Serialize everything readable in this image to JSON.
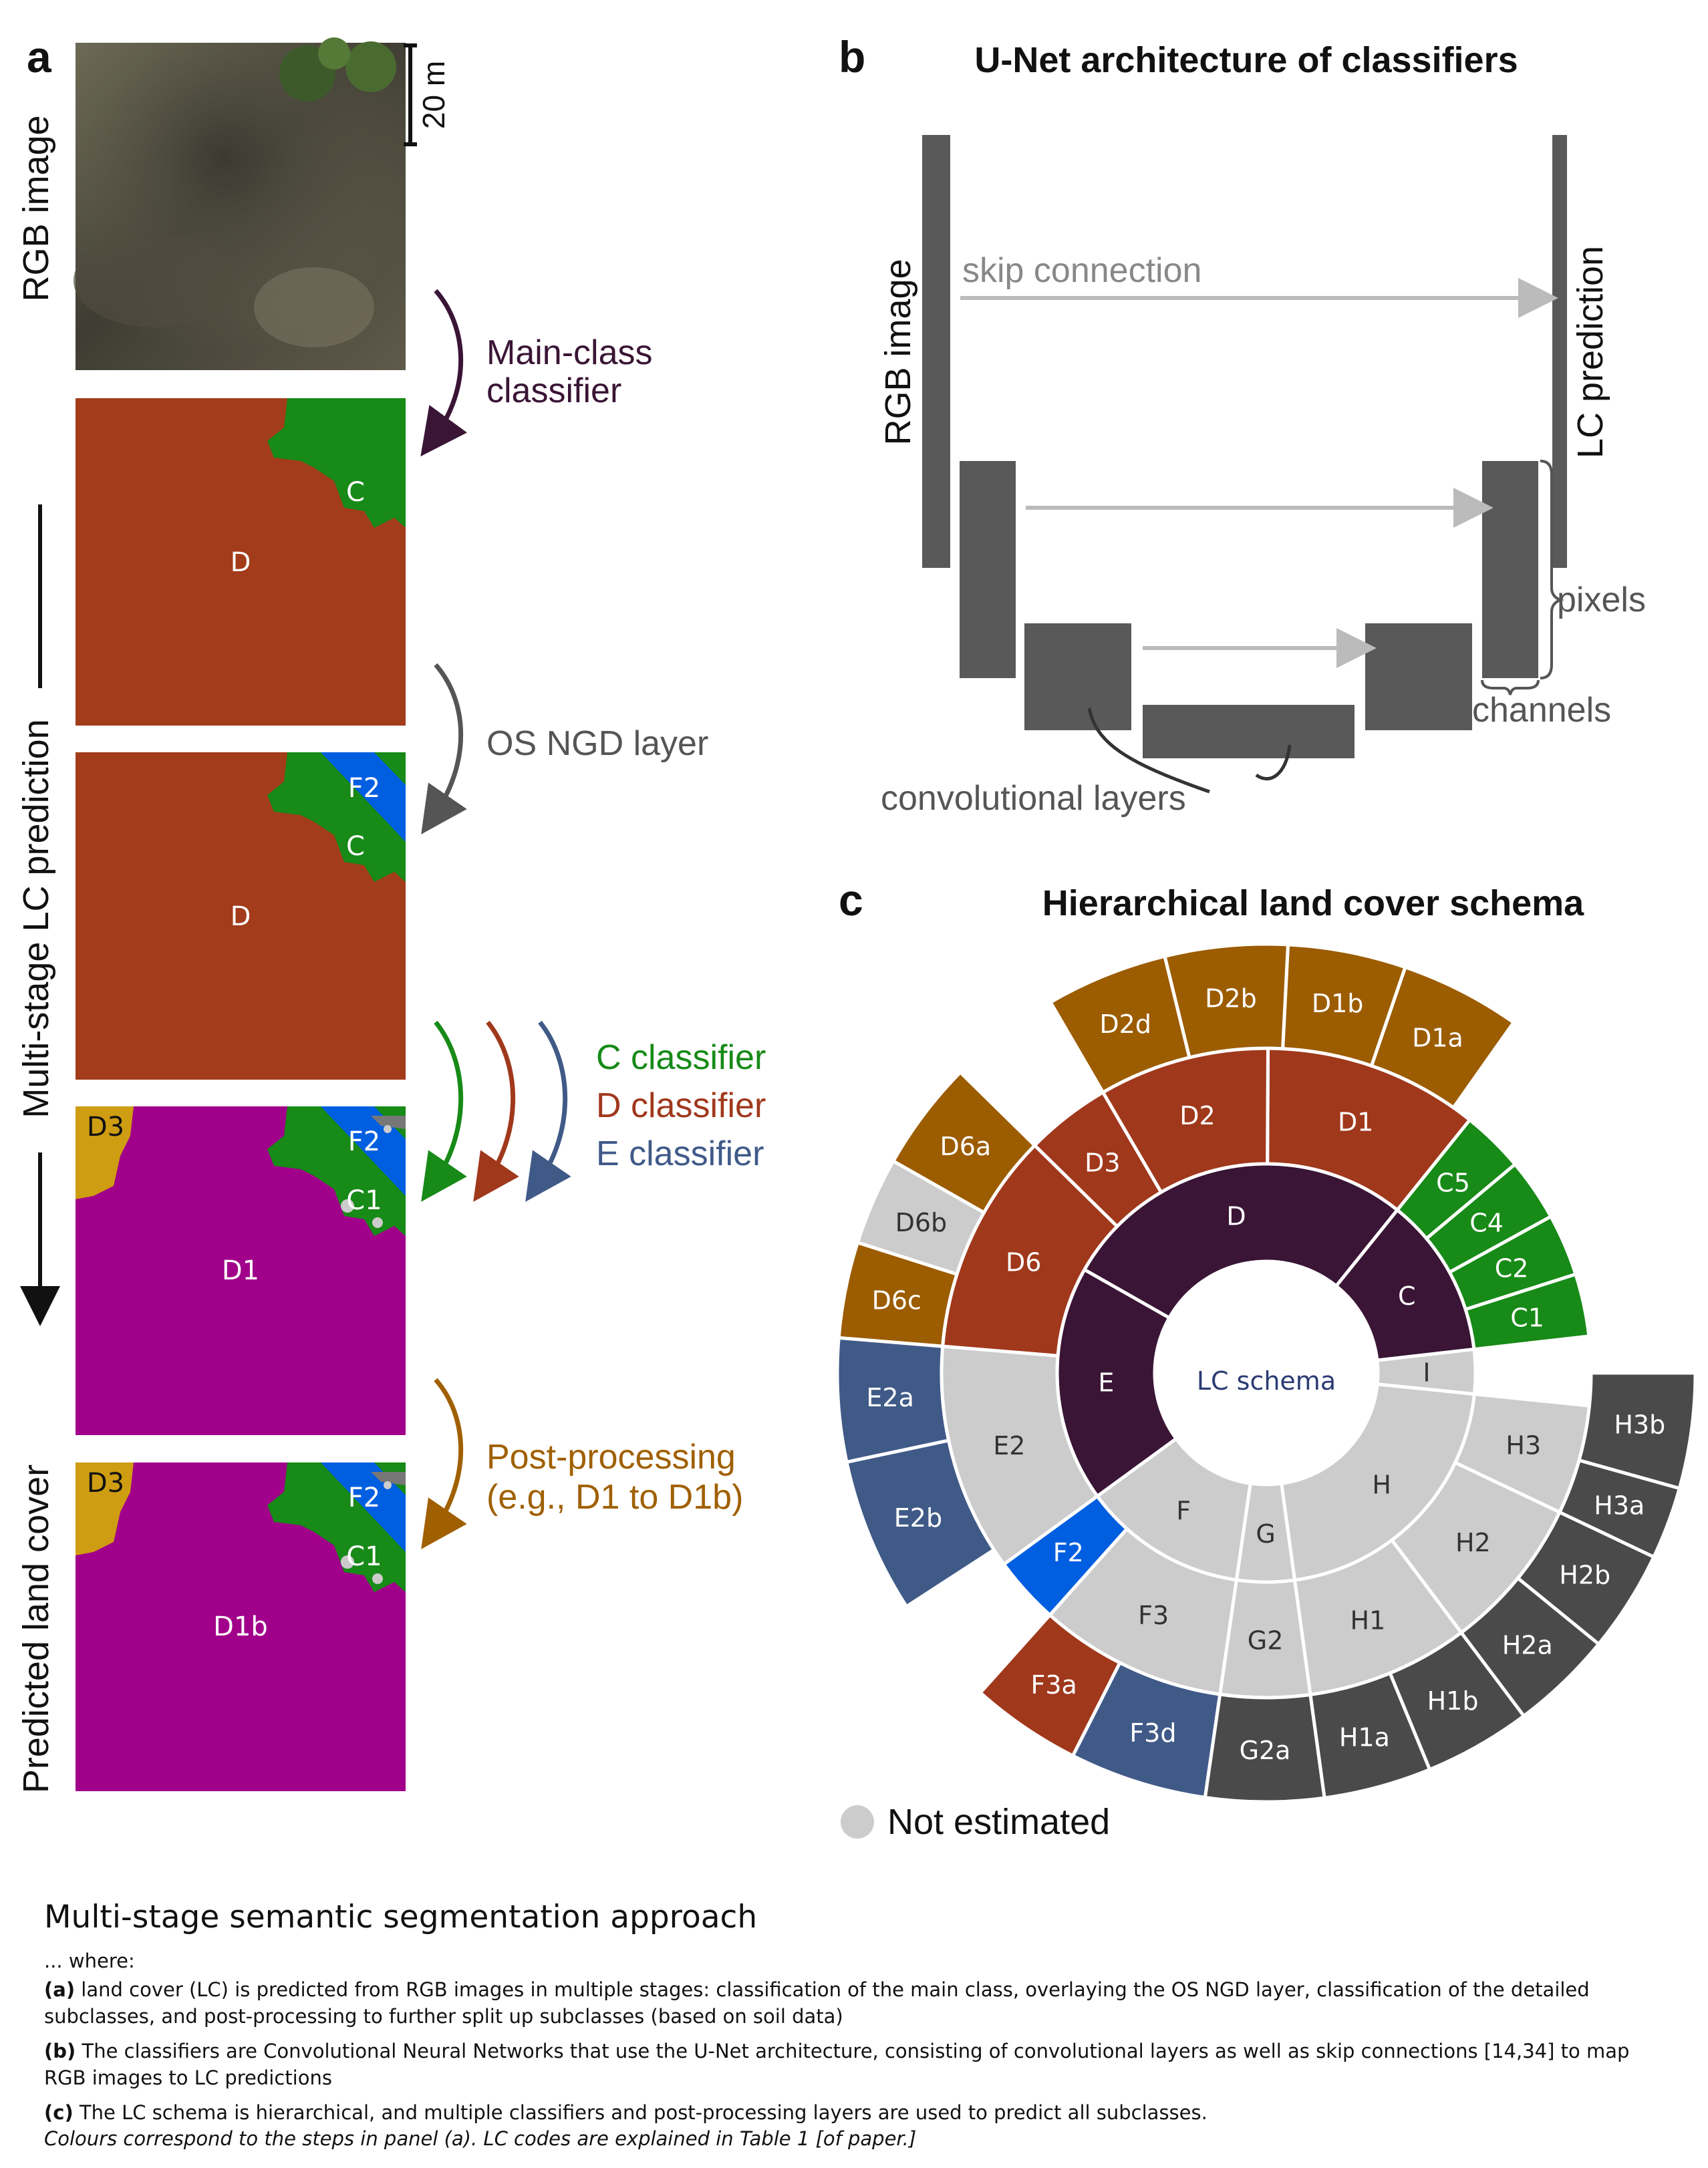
{
  "panel_a": {
    "letter": "a",
    "scale_bar": "20 m",
    "label_rgb": "RGB image",
    "label_multistage": "Multi-stage LC prediction",
    "label_predicted": "Predicted land cover",
    "step_main": [
      "Main-class",
      "classifier"
    ],
    "step_osngd": "OS NGD layer",
    "step_c": "C classifier",
    "step_d": "D classifier",
    "step_e": "E classifier",
    "step_post": [
      "Post-processing",
      "(e.g., D1 to D1b)"
    ],
    "tile_labels": {
      "t2": [
        "C",
        "D"
      ],
      "t3": [
        "F2",
        "C",
        "D"
      ],
      "t4": [
        "D3",
        "F2",
        "C1",
        "D1"
      ],
      "t5": [
        "D3",
        "F2",
        "C1",
        "D1b"
      ]
    }
  },
  "panel_b": {
    "letter": "b",
    "title": "U-Net architecture of classifiers",
    "label_in": "RGB image",
    "label_out": "LC prediction",
    "label_skip": "skip connection",
    "label_pixels": "pixels",
    "label_channels": "channels",
    "label_conv": "convolutional layers"
  },
  "panel_c": {
    "letter": "c",
    "title": "Hierarchical land cover schema",
    "center": "LC schema",
    "legend": "Not estimated"
  },
  "colors": {
    "purple_dark": "#3a1535",
    "main_arrow": "#3a1535",
    "osngd_arrow": "#555555",
    "c_green": "#178a17",
    "d_red": "#a0381c",
    "e_blue": "#405a88",
    "post_brown": "#a06000",
    "d_tile": "#a23c1a",
    "d1_tile": "#a1008a",
    "d3_tile": "#cf9d12",
    "f2_blue": "#005ee0",
    "not_estimated": "#cccccc",
    "dark_grey": "#4a4a4a"
  },
  "sunburst": {
    "inner": [
      {
        "label": "D",
        "a0": -60.4,
        "a1": 38.8,
        "color": "#3a1535"
      },
      {
        "label": "C",
        "a0": 38.8,
        "a1": 83.5,
        "color": "#3a1535"
      },
      {
        "label": "I",
        "a0": 83.5,
        "a1": 95.8,
        "color": "#cccccc"
      },
      {
        "label": "H",
        "a0": 95.8,
        "a1": 172.2,
        "color": "#cccccc"
      },
      {
        "label": "G",
        "a0": 172.2,
        "a1": 188.2,
        "color": "#cccccc"
      },
      {
        "label": "F",
        "a0": 188.2,
        "a1": 233.9,
        "color": "#cccccc"
      },
      {
        "label": "E",
        "a0": 233.9,
        "a1": 299.6,
        "color": "#3a1535"
      }
    ],
    "middle": [
      {
        "label": "D1",
        "a0": 0.3,
        "a1": 38.8,
        "color": "#a0381c"
      },
      {
        "label": "D2",
        "a0": -30.2,
        "a1": 0.3,
        "color": "#a0381c"
      },
      {
        "label": "D3",
        "a0": -45.5,
        "a1": -30.2,
        "color": "#a0381c"
      },
      {
        "label": "D6",
        "a0": -85.3,
        "a1": -45.5,
        "color": "#a0381c"
      },
      {
        "label": "C5",
        "a0": 38.8,
        "a1": 50.0,
        "color": "#178a17"
      },
      {
        "label": "C4",
        "a0": 50.0,
        "a1": 61.2,
        "color": "#178a17"
      },
      {
        "label": "C2",
        "a0": 61.2,
        "a1": 72.3,
        "color": "#178a17"
      },
      {
        "label": "C1",
        "a0": 72.3,
        "a1": 83.5,
        "color": "#178a17"
      },
      {
        "label": "H3",
        "a0": 95.8,
        "a1": 115.4,
        "color": "#cccccc"
      },
      {
        "label": "H2",
        "a0": 115.4,
        "a1": 143.1,
        "color": "#cccccc"
      },
      {
        "label": "H1",
        "a0": 143.1,
        "a1": 172.2,
        "color": "#cccccc"
      },
      {
        "label": "G2",
        "a0": 172.2,
        "a1": 188.2,
        "color": "#cccccc"
      },
      {
        "label": "F3",
        "a0": 188.2,
        "a1": 221.8,
        "color": "#cccccc"
      },
      {
        "label": "F2",
        "a0": 221.8,
        "a1": 233.9,
        "color": "#005ee0"
      },
      {
        "label": "E2",
        "a0": 233.9,
        "a1": 274.7,
        "color": "#cccccc"
      }
    ],
    "outer": [
      {
        "label": "D1a",
        "a0": 18.9,
        "a1": 35.2,
        "color": "#9c5c00"
      },
      {
        "label": "D1b",
        "a0": 2.9,
        "a1": 18.9,
        "color": "#9c5c00"
      },
      {
        "label": "D2b",
        "a0": -13.7,
        "a1": 2.9,
        "color": "#9c5c00"
      },
      {
        "label": "D2d",
        "a0": -30.2,
        "a1": -13.7,
        "color": "#9c5c00"
      },
      {
        "label": "D6a",
        "a0": -60.4,
        "a1": -45.5,
        "color": "#9c5c00"
      },
      {
        "label": "D6b",
        "a0": -72.3,
        "a1": -60.4,
        "color": "#cccccc"
      },
      {
        "label": "D6c",
        "a0": -85.3,
        "a1": -72.3,
        "color": "#9c5c00"
      },
      {
        "label": "E2a",
        "a0": -102.0,
        "a1": -85.3,
        "color": "#405a88"
      },
      {
        "label": "E2b",
        "a0": -123.0,
        "a1": -102.0,
        "color": "#405a88"
      },
      {
        "label": "F3a",
        "a0": -153.2,
        "a1": -138.2,
        "color": "#a0381c"
      },
      {
        "label": "F3d",
        "a0": -171.8,
        "a1": -153.2,
        "color": "#405a88"
      },
      {
        "label": "G2a",
        "a0": 172.2,
        "a1": 188.2,
        "color": "#4a4a4a"
      },
      {
        "label": "H1a",
        "a0": 157.6,
        "a1": 172.2,
        "color": "#4a4a4a"
      },
      {
        "label": "H1b",
        "a0": 143.1,
        "a1": 157.6,
        "color": "#4a4a4a"
      },
      {
        "label": "H2a",
        "a0": 129.2,
        "a1": 143.1,
        "color": "#4a4a4a"
      },
      {
        "label": "H2b",
        "a0": 115.4,
        "a1": 129.2,
        "color": "#4a4a4a"
      },
      {
        "label": "H3a",
        "a0": 105.6,
        "a1": 115.4,
        "color": "#4a4a4a"
      },
      {
        "label": "H3b",
        "a0": 90.0,
        "a1": 105.6,
        "color": "#4a4a4a"
      }
    ]
  },
  "caption": {
    "title": "Multi-stage semantic segmentation approach",
    "where": "... where:",
    "a_tag": "(a)",
    "a_text": " land cover (LC) is predicted from RGB images in multiple stages: classification of the main class, overlaying the OS NGD layer, classification of the detailed subclasses, and post-processing to further split up subclasses (based on soil data)",
    "b_tag": "(b)",
    "b_text": " The classifiers are Convolutional Neural Networks that use the U-Net architecture, consisting of convolutional layers as well as skip connections [14,34] to map RGB images to LC predictions",
    "c_tag": "(c)",
    "c_text": " The LC schema is hierarchical, and multiple classifiers and post-processing layers are used to predict all subclasses.",
    "note": "Colours correspond to the steps in panel (a). LC codes are explained in Table 1 [of paper.]"
  }
}
